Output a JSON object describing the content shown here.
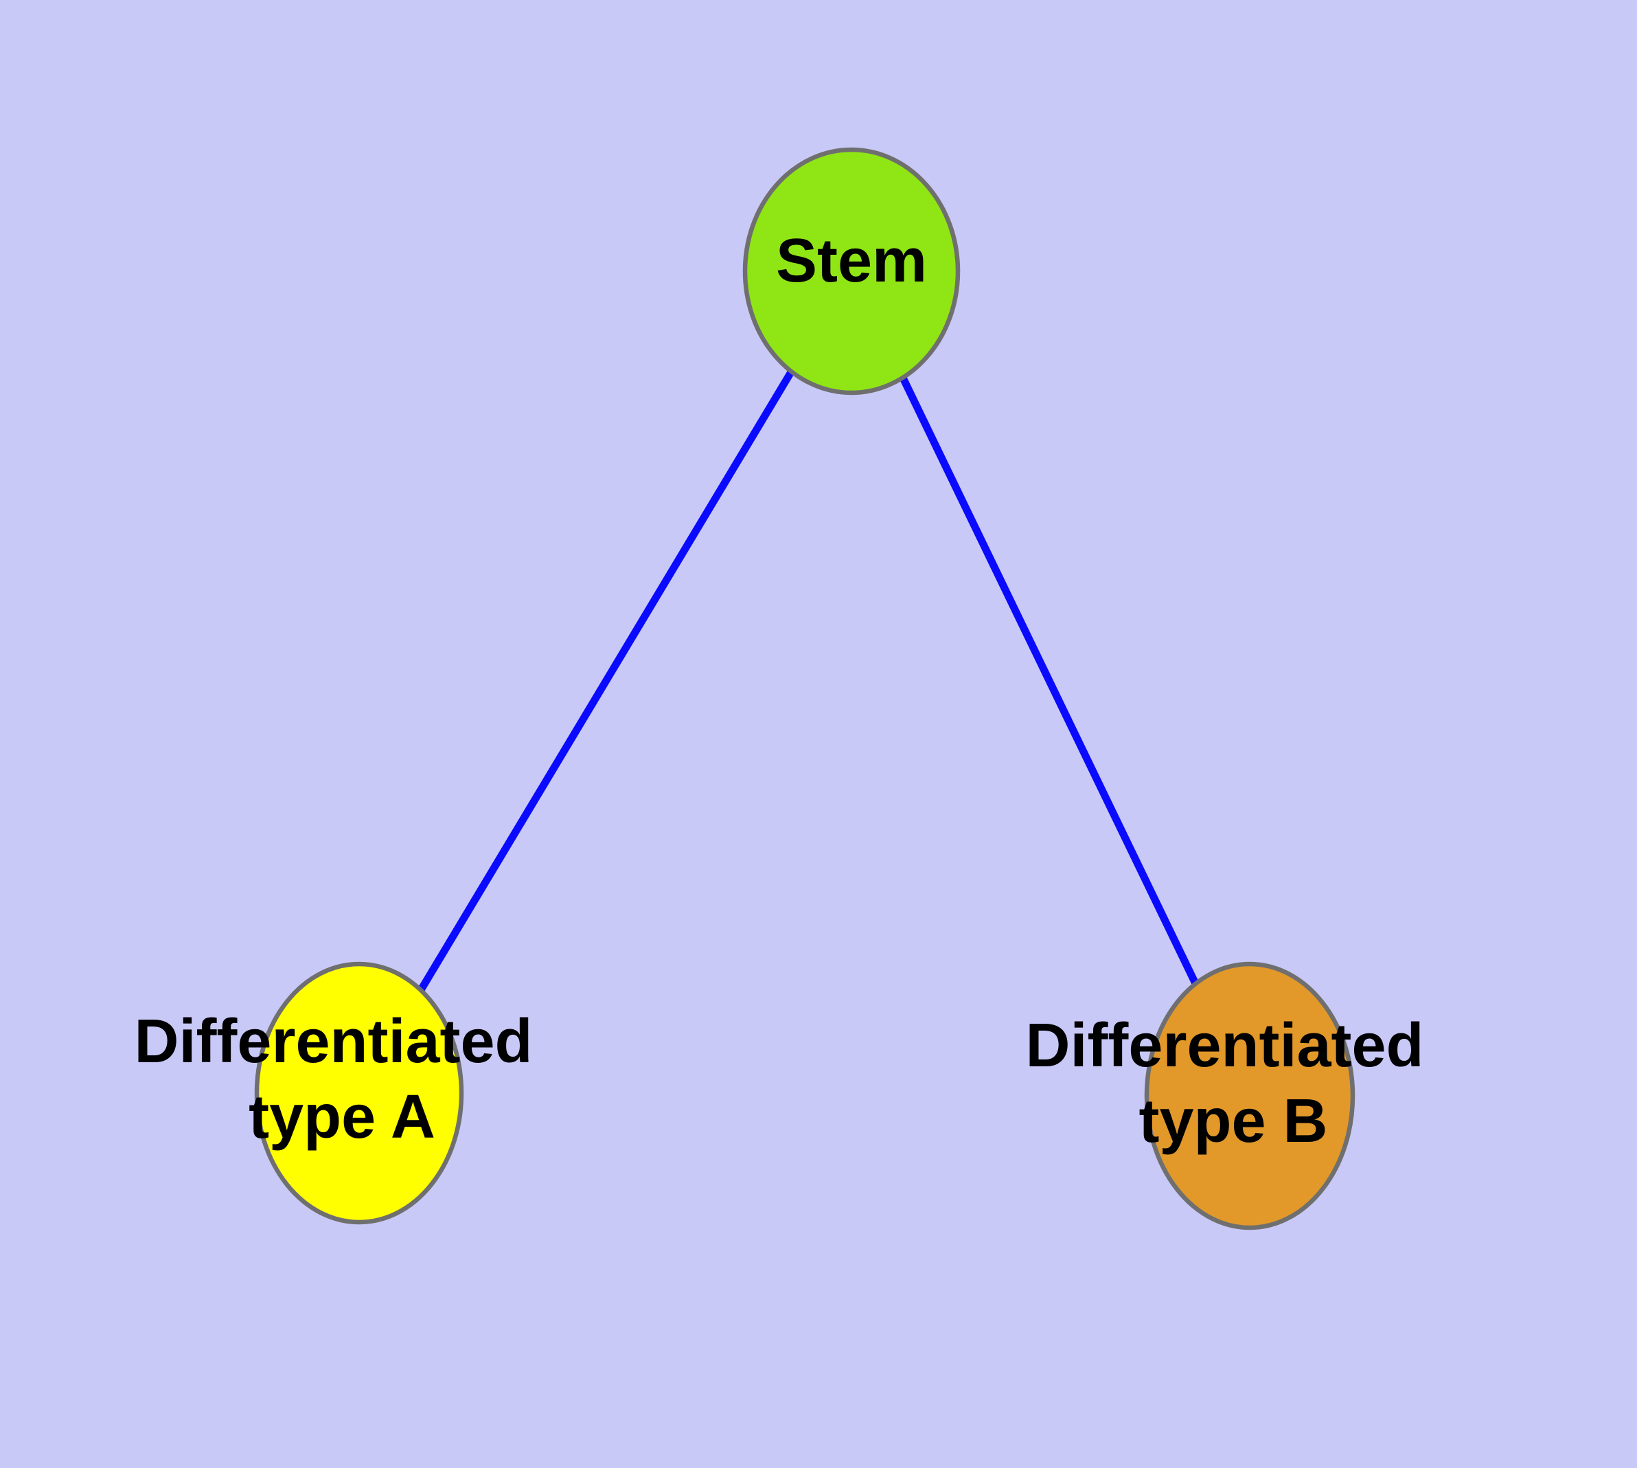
{
  "diagram": {
    "background_color": "#C9C9F8",
    "edge_color": "#0A0AFF",
    "node_border_color": "#6F6F6F",
    "label_color": "#000000",
    "nodes": [
      {
        "id": "stem",
        "label_lines": [
          "Stem"
        ],
        "fill": "#8FE614"
      },
      {
        "id": "type-a",
        "label_lines": [
          "Differentiated",
          "type A"
        ],
        "fill": "#FFFF00"
      },
      {
        "id": "type-b",
        "label_lines": [
          "Differentiated",
          "type B"
        ],
        "fill": "#E2992A"
      }
    ],
    "edges": [
      {
        "from": "stem",
        "to": "type-a"
      },
      {
        "from": "stem",
        "to": "type-b"
      }
    ]
  }
}
